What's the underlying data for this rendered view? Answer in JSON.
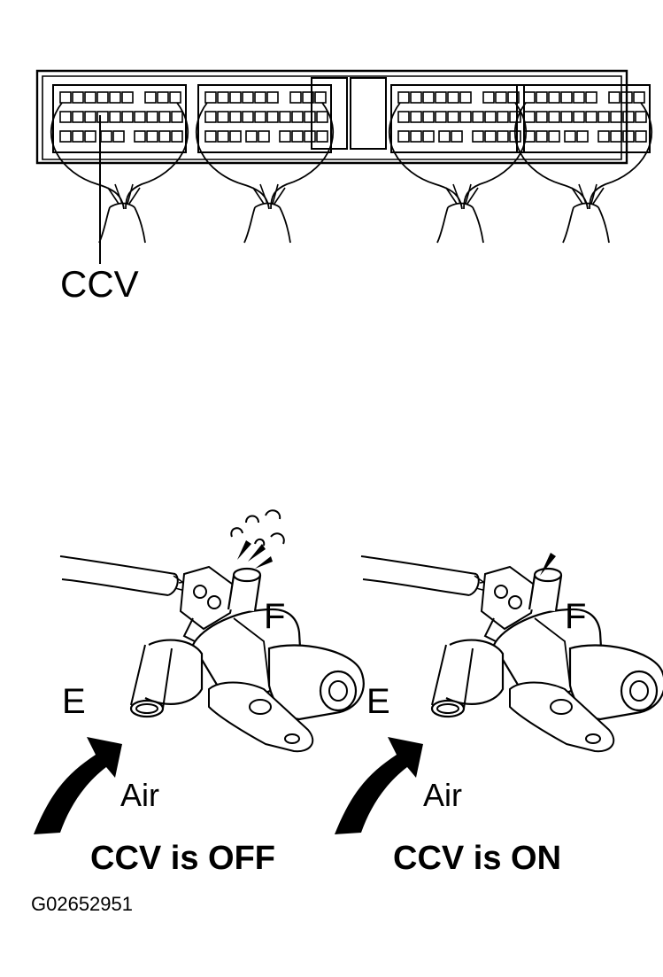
{
  "connector_label": "CCV",
  "panels": [
    {
      "port_e": "E",
      "port_f": "F",
      "air": "Air",
      "state": "CCV is OFF"
    },
    {
      "port_e": "E",
      "port_f": "F",
      "air": "Air",
      "state": "CCV is ON"
    }
  ],
  "figure_code": "G02652951"
}
